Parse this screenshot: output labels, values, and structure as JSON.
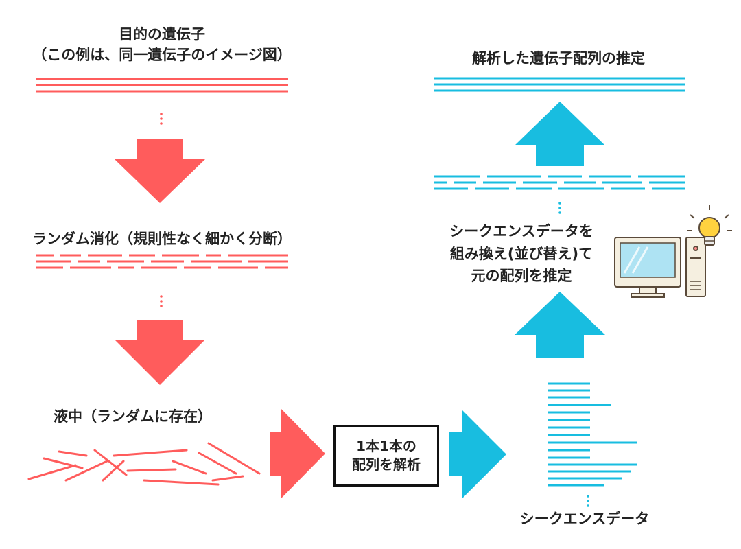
{
  "labels": {
    "target_title": "目的の遺伝子",
    "target_note": "（この例は、同一遺伝子のイメージ図）",
    "random_digest": "ランダム消化（規則性なく細かく分断）",
    "in_liquid": "液中（ランダムに存在）",
    "analyze_line1": "1本1本の",
    "analyze_line2": "配列を解析",
    "sequence_data": "シークエンスデータ",
    "reassemble_line1": "シークエンスデータを",
    "reassemble_line2": "組み換え(並び替え)て",
    "reassemble_line3": "元の配列を推定",
    "result_title": "解析した遺伝子配列の推定"
  },
  "icons": {
    "computer": "computer-with-lightbulb-icon"
  },
  "colors": {
    "red": "#ff5c5c",
    "cyan": "#18bde0",
    "bulb": "#ffd23f"
  }
}
